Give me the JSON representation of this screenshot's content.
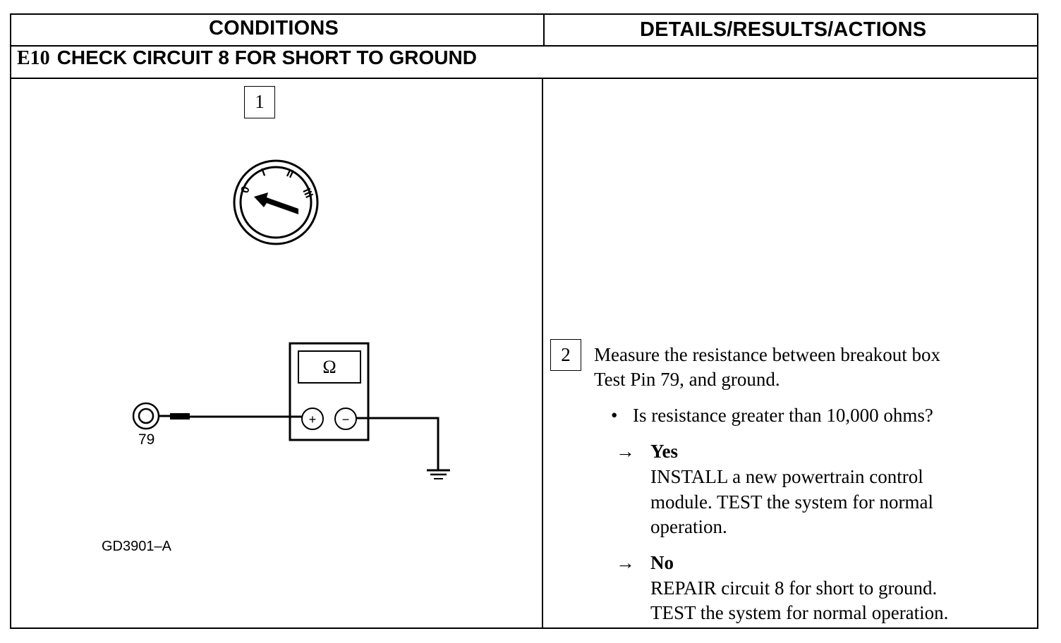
{
  "table": {
    "col_conditions": "CONDITIONS",
    "col_details": "DETAILS/RESULTS/ACTIONS",
    "step_id": "E10",
    "step_title": "CHECK CIRCUIT 8 FOR SHORT TO GROUND"
  },
  "conditions": {
    "step1_number": "1",
    "ignition_positions": [
      "0",
      "I",
      "II",
      "III"
    ],
    "meter_symbol": "Ω",
    "meter_plus": "+",
    "meter_minus": "−",
    "pin_label": "79",
    "figure_id": "GD3901–A"
  },
  "details": {
    "step2_number": "2",
    "instruction_line1": "Measure the resistance between breakout box",
    "instruction_line2": "Test Pin 79, and ground.",
    "bullet_symbol": "•",
    "question": "Is resistance greater than 10,000 ohms?",
    "arrow_symbol": "→",
    "yes_label": "Yes",
    "yes_line1": "INSTALL a new powertrain control",
    "yes_line2": "module. TEST the system for normal",
    "yes_line3": "operation.",
    "no_label": "No",
    "no_line1": "REPAIR circuit 8 for short to ground.",
    "no_line2": "TEST the system for normal operation."
  }
}
